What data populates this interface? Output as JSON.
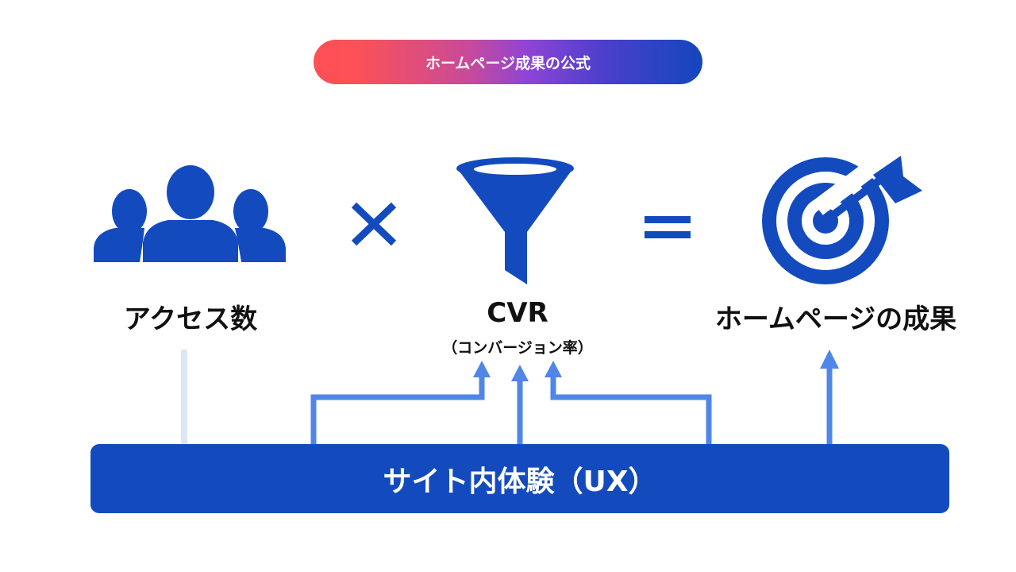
{
  "header": {
    "title": "ホームページ成果の公式"
  },
  "formula": {
    "term1": {
      "label": "アクセス数",
      "icon": "people-icon"
    },
    "operator1": {
      "symbol": "×",
      "icon": "multiply-icon"
    },
    "term2": {
      "label": "CVR",
      "sublabel": "（コンバージョン率）",
      "icon": "funnel-icon"
    },
    "operator2": {
      "symbol": "=",
      "icon": "equals-icon"
    },
    "result": {
      "label": "ホームページの成果",
      "icon": "target-icon"
    }
  },
  "foundation": {
    "label": "サイト内体験（UX）"
  },
  "colors": {
    "primary": "#134bbf",
    "arrow": "#4f86e8",
    "line_light": "#dde6f5"
  }
}
